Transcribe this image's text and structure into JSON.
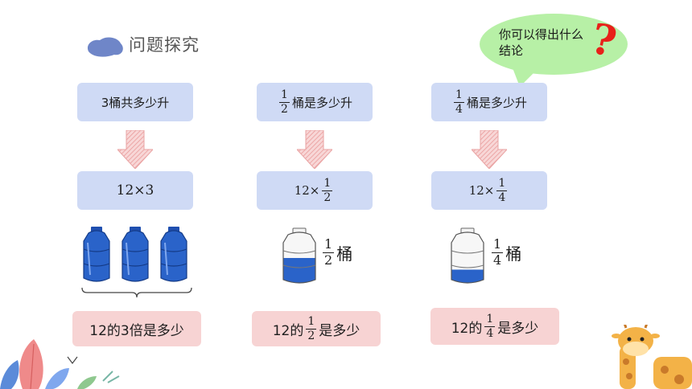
{
  "header": {
    "title": "问题探究"
  },
  "bubble": {
    "text": "你可以得出什么结论",
    "mark": "?"
  },
  "columns": [
    {
      "question": {
        "prefix": "",
        "suffix": "3桶共多少升"
      },
      "expression": "12×3",
      "conclusion": "12的3倍是多少"
    },
    {
      "question": {
        "num": "1",
        "den": "2",
        "suffix": "桶是多少升"
      },
      "expression": {
        "prefix": "12×",
        "num": "1",
        "den": "2"
      },
      "bucket_label": {
        "num": "1",
        "den": "2",
        "unit": "桶"
      },
      "fill_fraction": 0.5,
      "conclusion": {
        "prefix": "12的",
        "num": "1",
        "den": "2",
        "suffix": "是多少"
      }
    },
    {
      "question": {
        "num": "1",
        "den": "4",
        "suffix": "桶是多少升"
      },
      "expression": {
        "prefix": "12×",
        "num": "1",
        "den": "4"
      },
      "bucket_label": {
        "num": "1",
        "den": "4",
        "unit": "桶"
      },
      "fill_fraction": 0.25,
      "conclusion": {
        "prefix": "12的",
        "num": "1",
        "den": "4",
        "suffix": "是多少"
      }
    }
  ],
  "colors": {
    "box_blue": "#cfdaf5",
    "box_pink": "#f7d3d3",
    "bubble_green": "#b7f0a6",
    "question_red": "#e8201a",
    "arrow_pink": "#f2b4b4",
    "water_blue": "#2a63c9"
  },
  "icons": [
    "blob-icon",
    "down-arrow-icon",
    "water-bucket-icon",
    "brace-icon",
    "leaf-decoration-icon",
    "giraffe-icon"
  ]
}
